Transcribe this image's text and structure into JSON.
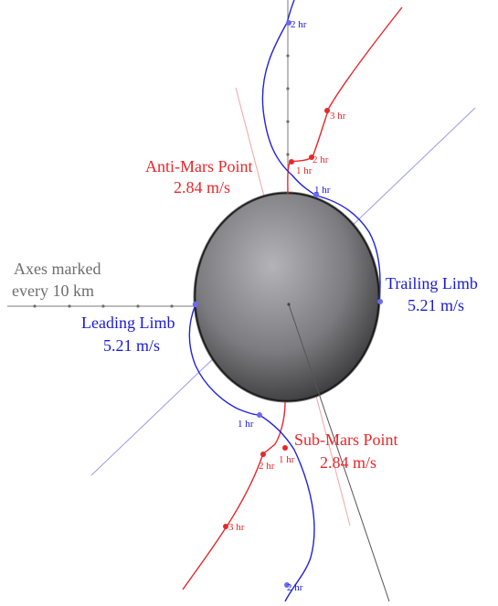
{
  "colors": {
    "anti_sub_track": "#e8272b",
    "limb_track": "#2222dd",
    "axis": "#6d6d6d",
    "body_light": "#a9a9ad",
    "body_dark": "#232325"
  },
  "axes_note": {
    "line1": "Axes marked",
    "line2": "every 10 km"
  },
  "anti_mars": {
    "title": "Anti-Mars Point",
    "speed": "2.84 m/s"
  },
  "sub_mars": {
    "title": "Sub-Mars Point",
    "speed": "2.84 m/s"
  },
  "trailing_limb": {
    "title": "Trailing Limb",
    "speed": "5.21 m/s"
  },
  "leading_limb": {
    "title": "Leading Limb",
    "speed": "5.21 m/s"
  },
  "time_marks": {
    "blue_top_2hr": "2 hr",
    "blue_top_1hr": "1 hr",
    "red_top_3hr": "3 hr",
    "red_top_2hr": "2 hr",
    "red_top_1hr": "1 hr",
    "blue_bottom_1hr": "1 hr",
    "red_bottom_1hr": "1 hr",
    "red_bottom_2hr": "2 hr",
    "red_bottom_3hr": "3 hr",
    "blue_bottom_2hr": "2 hr"
  }
}
